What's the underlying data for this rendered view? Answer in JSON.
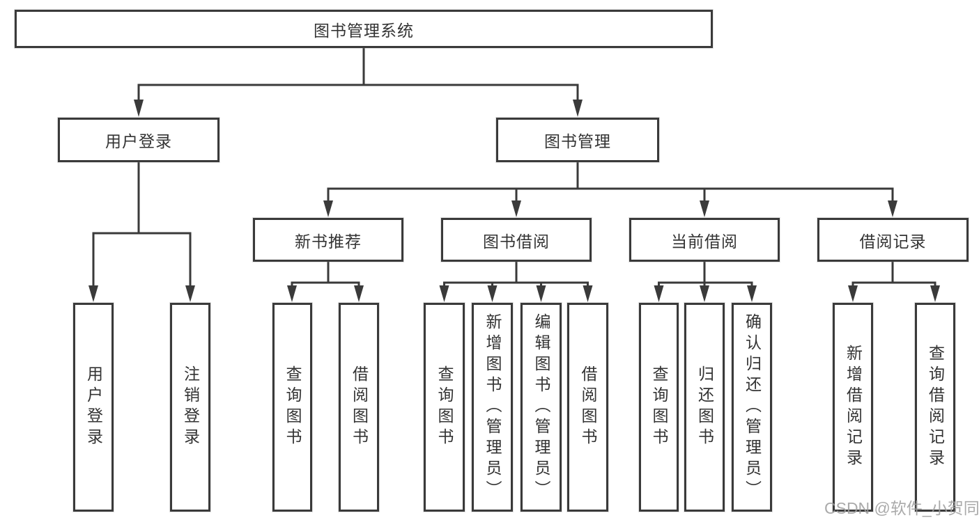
{
  "diagram": {
    "type": "hierarchy-tree",
    "orientation": "top-down",
    "colors": {
      "background": "#ffffff",
      "line": "#3a3a3a",
      "box_border": "#3a3a3a",
      "box_fill": "#ffffff",
      "text": "#333333",
      "watermark": "#9e9e9e"
    },
    "tree": {
      "label": "图书管理系统",
      "children": [
        {
          "label": "用户登录",
          "children": [
            {
              "label": "用户登录"
            },
            {
              "label": "注销登录"
            }
          ]
        },
        {
          "label": "图书管理",
          "children": [
            {
              "label": "新书推荐",
              "children": [
                {
                  "label": "查询图书"
                },
                {
                  "label": "借阅图书"
                }
              ]
            },
            {
              "label": "图书借阅",
              "children": [
                {
                  "label": "查询图书"
                },
                {
                  "label": "新增图书（管理员）"
                },
                {
                  "label": "编辑图书（管理员）"
                },
                {
                  "label": "借阅图书"
                }
              ]
            },
            {
              "label": "当前借阅",
              "children": [
                {
                  "label": "查询图书"
                },
                {
                  "label": "归还图书"
                },
                {
                  "label": "确认归还（管理员）"
                }
              ]
            },
            {
              "label": "借阅记录",
              "children": [
                {
                  "label": "新增借阅记录"
                },
                {
                  "label": "查询借阅记录"
                }
              ]
            }
          ]
        }
      ]
    },
    "watermark": {
      "text": "CSDN @软件_小贺同学"
    }
  }
}
